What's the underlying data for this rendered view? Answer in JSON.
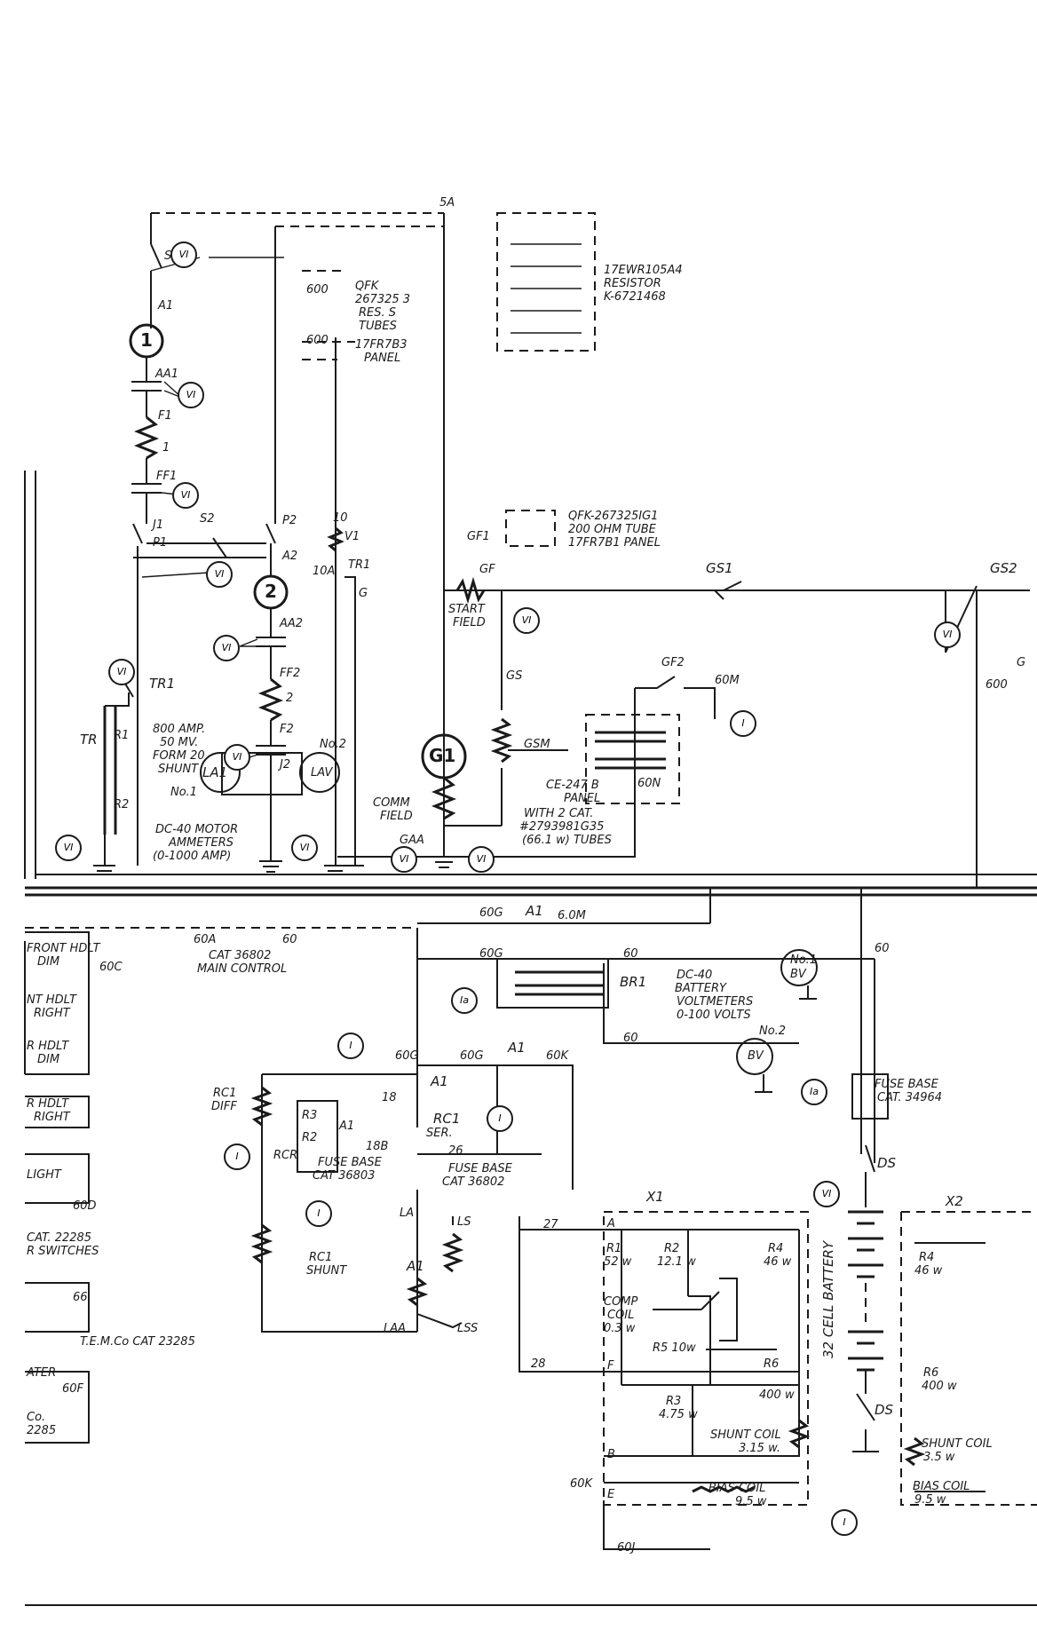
{
  "top": {
    "junction": "5A",
    "s1": "S1",
    "a1": "A1",
    "aa1": "AA1",
    "f1": "F1",
    "ff1": "FF1",
    "j1": "J1",
    "p1": "P1",
    "s2": "S2",
    "p2": "P2",
    "a2": "A2",
    "aa2": "AA2",
    "ff2": "FF2",
    "f2": "F2",
    "j2": "J2",
    "motor1": "1",
    "motor2": "2",
    "field1": "1",
    "field2": "2",
    "meter_vi": "VI",
    "qfk1": [
      "600",
      "QFK",
      "267325 3",
      "RES. S",
      "TUBES",
      "600",
      "17FR7B3",
      "PANEL"
    ],
    "resistor": [
      "17EWR105A4",
      "RESISTOR",
      "K-6721468"
    ],
    "v1_10": "10",
    "v1": "V1",
    "v1_10a": "10A",
    "tr1_small": "TR1",
    "g": "G",
    "tr1": "TR1",
    "tr": "TR",
    "r1": "R1",
    "r2": "R2",
    "shunt_note": [
      "800 AMP.",
      "50 MV.",
      "FORM 20",
      "SHUNT"
    ],
    "la1": "LA1",
    "lav": "LAV",
    "no1": "No.1",
    "no2": "No.2",
    "ammeter_note": [
      "DC-40 MOTOR",
      "AMMETERS",
      "(0-1000 AMP)"
    ],
    "qfk2": [
      "QFK-267325IG1",
      "200 OHM TUBE",
      "17FR7B1 PANEL"
    ],
    "gf1": "GF1",
    "gf": "GF",
    "gs1": "GS1",
    "gs2": "GS2",
    "start_field": [
      "START",
      "FIELD"
    ],
    "gs": "GS",
    "gsm": "GSM",
    "gf2": "GF2",
    "m60": "60M",
    "n60": "60N",
    "g1": "G1",
    "comm_field": [
      "COMM",
      "FIELD"
    ],
    "gaa": "GAA",
    "ce_panel": [
      "CE-247 B",
      "PANEL",
      "WITH 2 CAT.",
      "#2793981G35",
      "(66.1 w) TUBES"
    ],
    "right_600": "600",
    "right_g": "G"
  },
  "left_panel": {
    "items": [
      "FRONT HDLT",
      "DIM",
      "NT HDLT",
      "RIGHT",
      "R HDLT",
      "DIM",
      "R HDLT",
      "RIGHT",
      "LIGHT"
    ],
    "c60": "60C",
    "d60": "60D",
    "cat": "CAT. 22285",
    "switches": "R SWITCHES",
    "n66": "66",
    "tem": "T.E.M.Co CAT 23285",
    "heater": "ATER",
    "f60": "60F",
    "co": "Co.",
    "num": "2285"
  },
  "bottom": {
    "n60a": "60A",
    "n60": "60",
    "main_control": [
      "CAT 36802",
      "MAIN CONTROL"
    ],
    "n60g": "60G",
    "a1": "A1",
    "n60m": "6.0M",
    "br1": "BR1",
    "bv_note": [
      "DC-40",
      "BATTERY",
      "VOLTMETERS",
      "0-100 VOLTS"
    ],
    "bv": "BV",
    "bv_no1": "No.1",
    "bv_no2": "No.2",
    "rc1_diff": [
      "RC1",
      "DIFF"
    ],
    "r3": "R3",
    "r2": "R2",
    "a1s": "A1",
    "rcr": "RCR",
    "n18": "18",
    "n18b": "18B",
    "rc1_ser": [
      "RC1",
      "SER."
    ],
    "n60k": "60K",
    "n26": "26",
    "fuse_left": [
      "FUSE BASE",
      "CAT 36803"
    ],
    "fuse_mid": [
      "FUSE BASE",
      "CAT 36802"
    ],
    "fuse_right": [
      "FUSE BASE",
      "CAT. 34964"
    ],
    "la": "LA",
    "ls": "LS",
    "laa": "LAA",
    "lss": "LSS",
    "n27": "27",
    "n28": "28",
    "rc1_shunt": [
      "RC1",
      "SHUNT"
    ],
    "ds": "DS",
    "battery": "32 CELL BATTERY",
    "x1": "X1",
    "x2": "X2",
    "x1_a": "A",
    "x1_f": "F",
    "x1_b": "B",
    "x1_e": "E",
    "r1": [
      "R1",
      "52 w"
    ],
    "r2x": [
      "R2",
      "12.1 w"
    ],
    "r4": [
      "R4",
      "46 w"
    ],
    "comp": [
      "COMP",
      "COIL",
      "0.3 w"
    ],
    "r5": "R5 10w",
    "r6": [
      "R6",
      "400 w"
    ],
    "r3x": [
      "R3",
      "4.75 w"
    ],
    "shunt_coil": [
      "SHUNT COIL",
      "3.15 w."
    ],
    "bias_coil": [
      "BIAS COIL",
      "9.5 w"
    ],
    "x2_r4": [
      "R4",
      "46 w"
    ],
    "x2_r6": [
      "R6",
      "400 w"
    ],
    "x2_shunt": [
      "SHUNT COIL",
      "3.5 w"
    ],
    "x2_bias": [
      "BIAS COIL",
      "9.5 w"
    ],
    "n60j": "60J",
    "tags": [
      "I",
      "Ia",
      "VI"
    ]
  }
}
